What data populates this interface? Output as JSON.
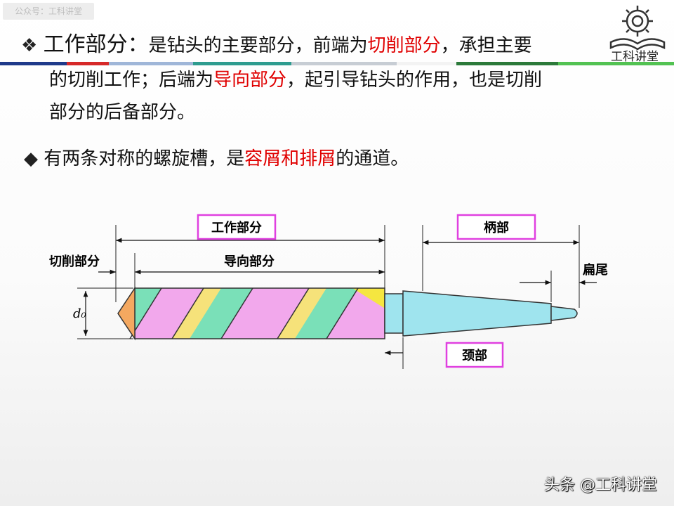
{
  "watermark": "公众号：工科讲堂",
  "logo": {
    "text": "工科讲堂",
    "icon": "gear-book-icon"
  },
  "colors": {
    "accent_red": "#e00000",
    "highlight_box": "#e040e0",
    "bar": [
      "#1f3a8a",
      "#d62828",
      "#9fb6d8",
      "#2e9c8f",
      "#c7cdd4",
      "#f3f3f3",
      "#2c7a3a",
      "#52c252"
    ]
  },
  "paragraph1": {
    "bullet": "❖",
    "heading": "工作部分：",
    "l1a": "是钻头的主要部分，前端为",
    "l1b": "切削部分",
    "l1c": "，承担主要",
    "l2a": "的切削工作；后端为",
    "l2b": "导向部分",
    "l2c": "，起引导钻头的作用，也是切削",
    "l3": "部分的后备部分。"
  },
  "paragraph2": {
    "bullet": "◆",
    "a": "有两条对称的螺旋槽，是",
    "b": "容屑和排屑",
    "c": "的通道。"
  },
  "diagram": {
    "label_working": "工作部分",
    "label_cutting": "切削部分",
    "label_guide": "导向部分",
    "label_shank": "柄部",
    "label_tang": "扁尾",
    "label_neck": "颈部",
    "label_diameter": "d₀"
  },
  "credit": "头条 @工科讲堂"
}
